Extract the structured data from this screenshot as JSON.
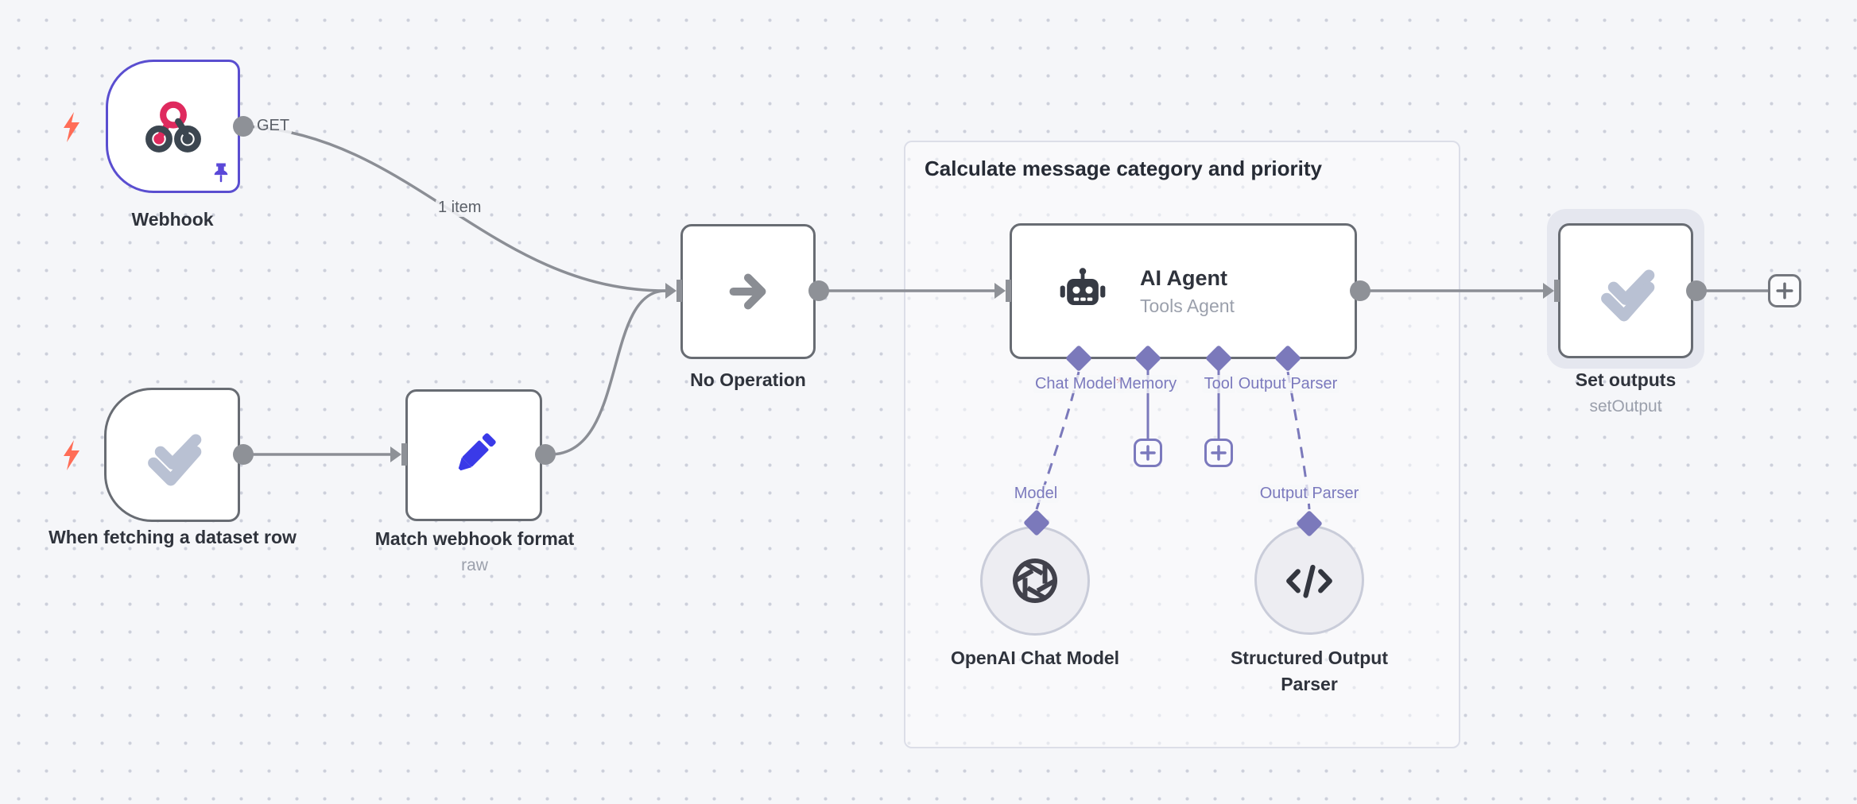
{
  "group": {
    "title": "Calculate message category and priority"
  },
  "edges": {
    "webhook_items": "1 item"
  },
  "nodes": {
    "webhook": {
      "label": "Webhook",
      "method": "GET"
    },
    "dataset_trigger": {
      "label": "When fetching a dataset row"
    },
    "match_format": {
      "label": "Match webhook format",
      "subtitle": "raw"
    },
    "no_operation": {
      "label": "No Operation"
    },
    "ai_agent": {
      "title": "AI Agent",
      "subtitle": "Tools Agent",
      "required_marker": "*",
      "ports": [
        "Chat Model",
        "Memory",
        "Tool",
        "Output Parser"
      ]
    },
    "set_outputs": {
      "label": "Set outputs",
      "subtitle": "setOutput"
    },
    "openai_chat_model": {
      "label": "OpenAI Chat Model",
      "port_label": "Model"
    },
    "structured_output_parser": {
      "label": "Structured Output Parser",
      "port_label": "Output Parser"
    }
  },
  "colors": {
    "accent_purple": "#7b79bb",
    "selected_indigo": "#5a4ed0",
    "trigger_bolt": "#ff6d57",
    "edge_gray": "#8b8e95",
    "node_border": "#686c73",
    "webhook_pink": "#df2a5e",
    "pencil_blue": "#3a3ae8"
  }
}
